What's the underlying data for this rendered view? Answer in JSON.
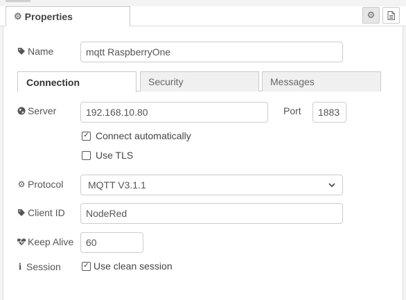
{
  "header": {
    "tab_label": "Properties",
    "gear_icon": "gear-icon",
    "doc_icon": "document-icon"
  },
  "name": {
    "label": "Name",
    "value": "mqtt RaspberryOne"
  },
  "tabs": [
    {
      "label": "Connection",
      "active": true
    },
    {
      "label": "Security",
      "active": false
    },
    {
      "label": "Messages",
      "active": false
    }
  ],
  "server": {
    "label": "Server",
    "value": "192.168.10.80"
  },
  "port": {
    "label": "Port",
    "value": "1883"
  },
  "connect_auto": {
    "label": "Connect automatically",
    "checked": true
  },
  "use_tls": {
    "label": "Use TLS",
    "checked": false
  },
  "protocol": {
    "label": "Protocol",
    "value": "MQTT V3.1.1"
  },
  "client_id": {
    "label": "Client ID",
    "value": "NodeRed"
  },
  "keep_alive": {
    "label": "Keep Alive",
    "value": "60"
  },
  "session": {
    "label": "Session",
    "checkbox_label": "Use clean session",
    "checked": true
  },
  "colors": {
    "border": "#cccccc",
    "text": "#555555",
    "inactive_tab": "#f0f0f0"
  }
}
